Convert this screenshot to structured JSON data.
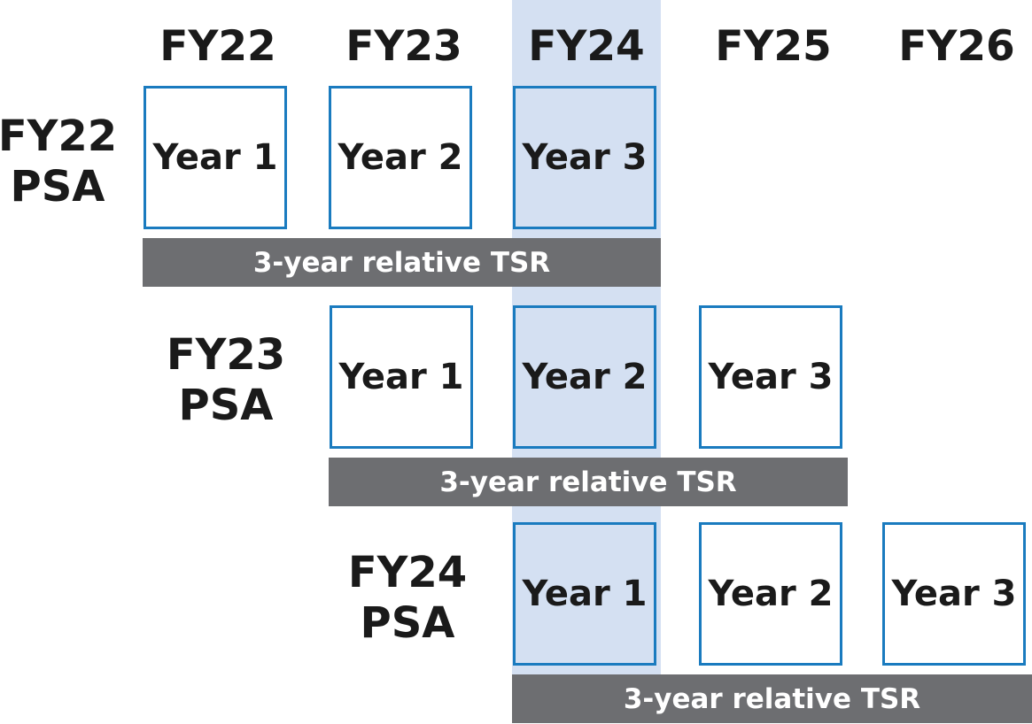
{
  "fiscal_years": [
    "FY22",
    "FY23",
    "FY24",
    "FY25",
    "FY26"
  ],
  "highlighted_year": "FY24",
  "grants": [
    {
      "label_line1": "FY22",
      "label_line2": "PSA",
      "years": [
        "Year 1",
        "Year 2",
        "Year 3"
      ],
      "bar_label": "3-year relative TSR"
    },
    {
      "label_line1": "FY23",
      "label_line2": "PSA",
      "years": [
        "Year 1",
        "Year 2",
        "Year 3"
      ],
      "bar_label": "3-year relative TSR"
    },
    {
      "label_line1": "FY24",
      "label_line2": "PSA",
      "years": [
        "Year 1",
        "Year 2",
        "Year 3"
      ],
      "bar_label": "3-year relative TSR"
    }
  ],
  "colors": {
    "box_border": "#1a7bbf",
    "highlight": "#d4e0f2",
    "bar": "#6d6e71"
  }
}
